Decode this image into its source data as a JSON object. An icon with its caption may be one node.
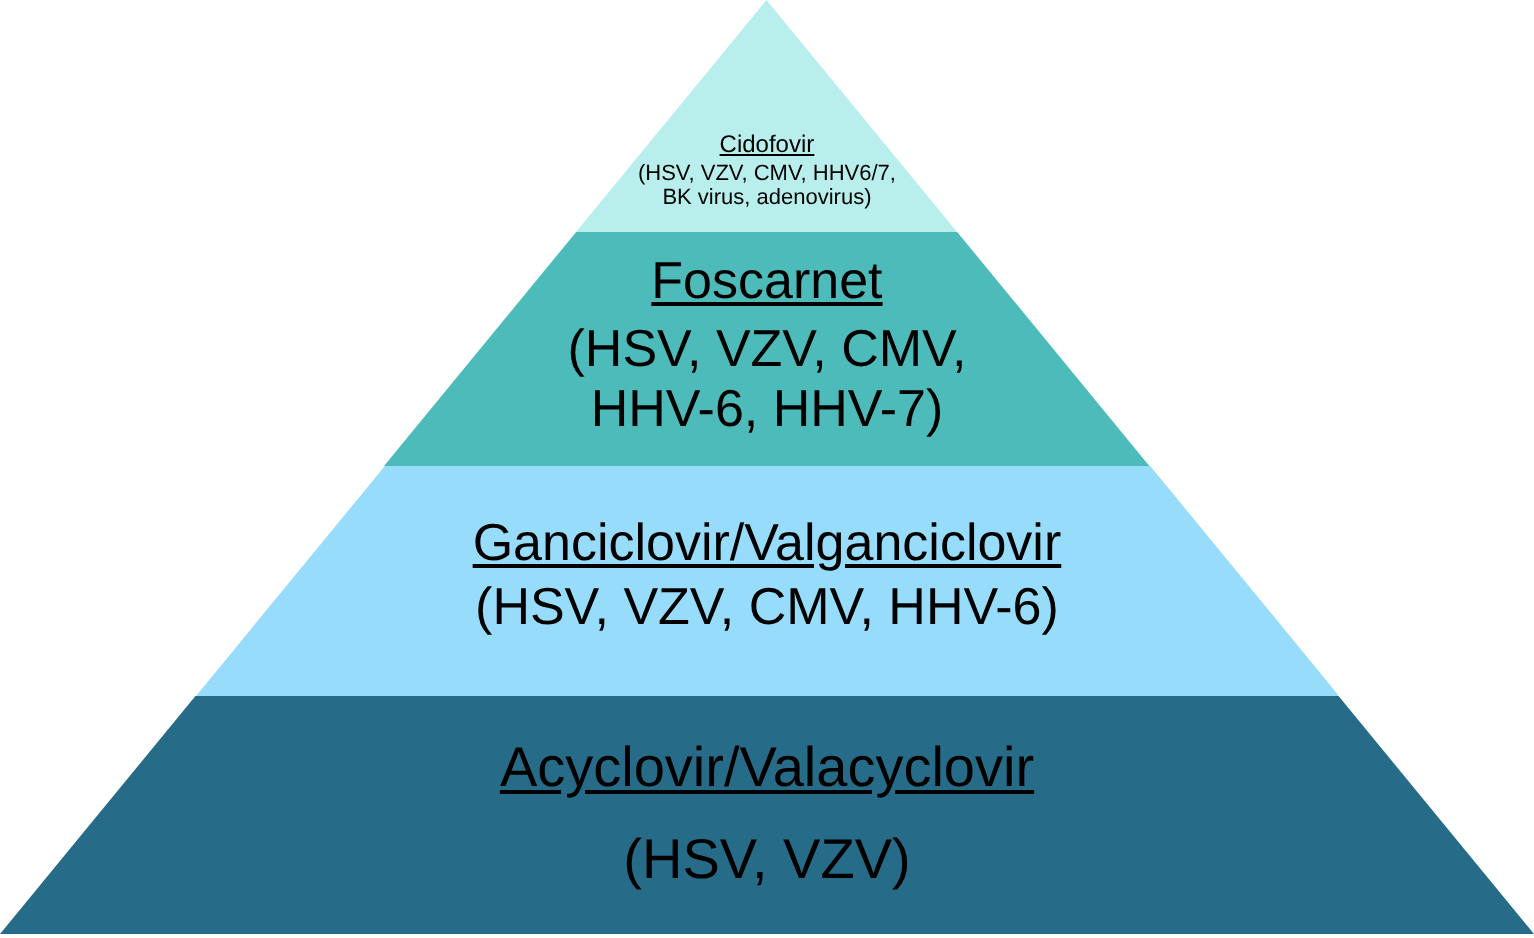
{
  "diagram": {
    "nodes": [
      {
        "text": [
          "Cidofovir",
          "(HSV, VZV, CMV, HHV6/7, BK virus, adenovirus)"
        ]
      },
      {
        "text": [
          "Foscarnet",
          "(HSV, VZV, CMV, HHV-6, HHV-7)"
        ]
      },
      {
        "text": [
          "Ganciclovir/Valganciclovir",
          "(HSV, VZV, CMV, HHV-6)"
        ]
      },
      {
        "text": [
          "Acyclovir/Valacyclovir",
          "(HSV, VZV)"
        ]
      }
    ]
  }
}
